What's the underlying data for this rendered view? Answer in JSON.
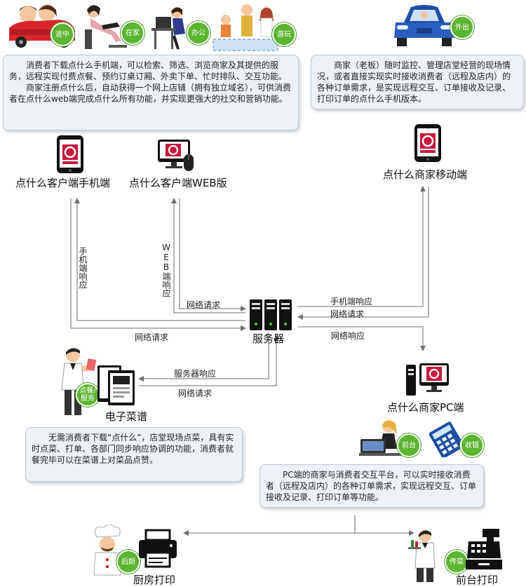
{
  "scenes": {
    "commute": "途中",
    "home": "在家",
    "office": "办公",
    "leisure": "游玩",
    "outing": "外出",
    "ordering": "点餐/服务",
    "reception": "前台",
    "cashier": "收银",
    "kitchen": "后厨",
    "serving": "传菜"
  },
  "boxes": {
    "customer_p1": "消费者下载点什么手机端，可以检索、筛选、浏览商家及其提供的服务，远程实现付费点餐、预约订桌订厢、外卖下单、忙时排队、交互功能。",
    "customer_p2": "商家注册点什么后，自动获得一个网上店铺（拥有独立域名），可供消费者在点什么web端完成点什么所有功能，并实现更强大的社交和营销功能。",
    "merchant_mobile": "商家（老板）随时监控、管理店堂经营的现场情况，或者直接实现实时接收消费者（远程及店内）的各种订单需求，是实现远程交互、订单接收及记录、打印订单的点什么手机版本。",
    "menu": "无需消费者下载“点什么”，店堂现场点菜，具有实时点菜、打单、各部门同步响应协调的功能，消费者就餐完毕可以在菜谱上对菜品点赞。",
    "pc": "PC端的商家与消费者交互平台，可以实时接收消费者（远程及店内）的各种订单需求，实现远程交互、订单接收及记录、打印订单等功能。"
  },
  "nodes": {
    "client_mobile": "点什么客户端手机端",
    "client_web": "点什么客户端WEB版",
    "merchant_mobile": "点什么商家移动端",
    "server": "服务器",
    "menu": "电子菜谱",
    "merchant_pc": "点什么商家PC端",
    "kitchen_print": "厨房打印",
    "front_print": "前台打印"
  },
  "edges": {
    "mobile_response": "手机端响应",
    "web_response": "WEB端响应",
    "net_request": "网络请求",
    "server_response": "服务器响应",
    "net_response": "网络响应"
  },
  "colors": {
    "badge": "#5cb531",
    "box_bg": "#eef2f7",
    "line": "#8a8a8a",
    "logo": "#c8193c"
  }
}
